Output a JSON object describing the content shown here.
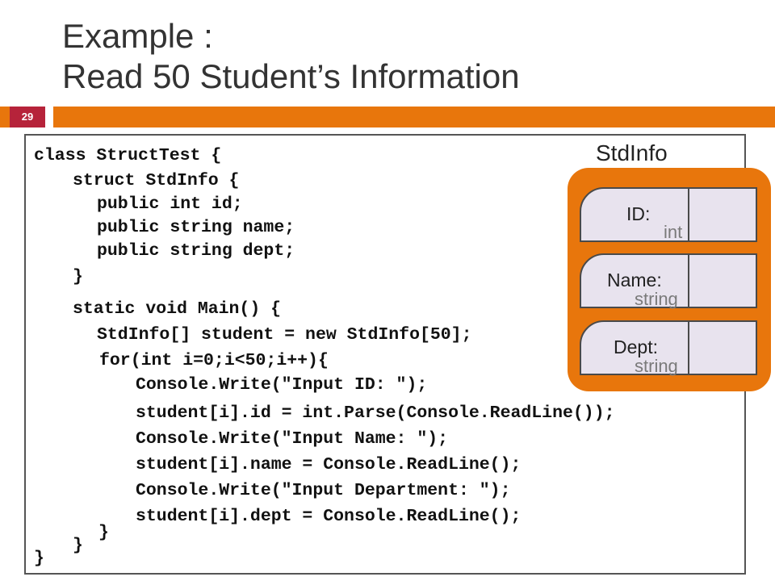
{
  "slide": {
    "title_line1": "Example :",
    "title_line2": "Read 50 Student’s Information",
    "slide_number": "29",
    "accent_color": "#e8760c",
    "number_badge_color": "#b6233a"
  },
  "code_lines": [
    "class StructTest {",
    "struct StdInfo {",
    "public int id;",
    "public string name;",
    "public string dept;",
    "}",
    "static void Main() {",
    "StdInfo[] student = new StdInfo[50];",
    "for(int i=0;i<50;i++){",
    "Console.Write(\"Input ID: \");",
    "student[i].id = int.Parse(Console.ReadLine());",
    "Console.Write(\"Input Name: \");",
    "student[i].name = Console.ReadLine();",
    "Console.Write(\"Input Department: \");",
    "student[i].dept = Console.ReadLine();",
    "}",
    "}",
    "}"
  ],
  "diagram": {
    "title": "StdInfo",
    "fields": [
      {
        "name": "ID:",
        "type": "int"
      },
      {
        "name": "Name:",
        "type": "string"
      },
      {
        "name": "Dept:",
        "type": "string"
      }
    ]
  }
}
